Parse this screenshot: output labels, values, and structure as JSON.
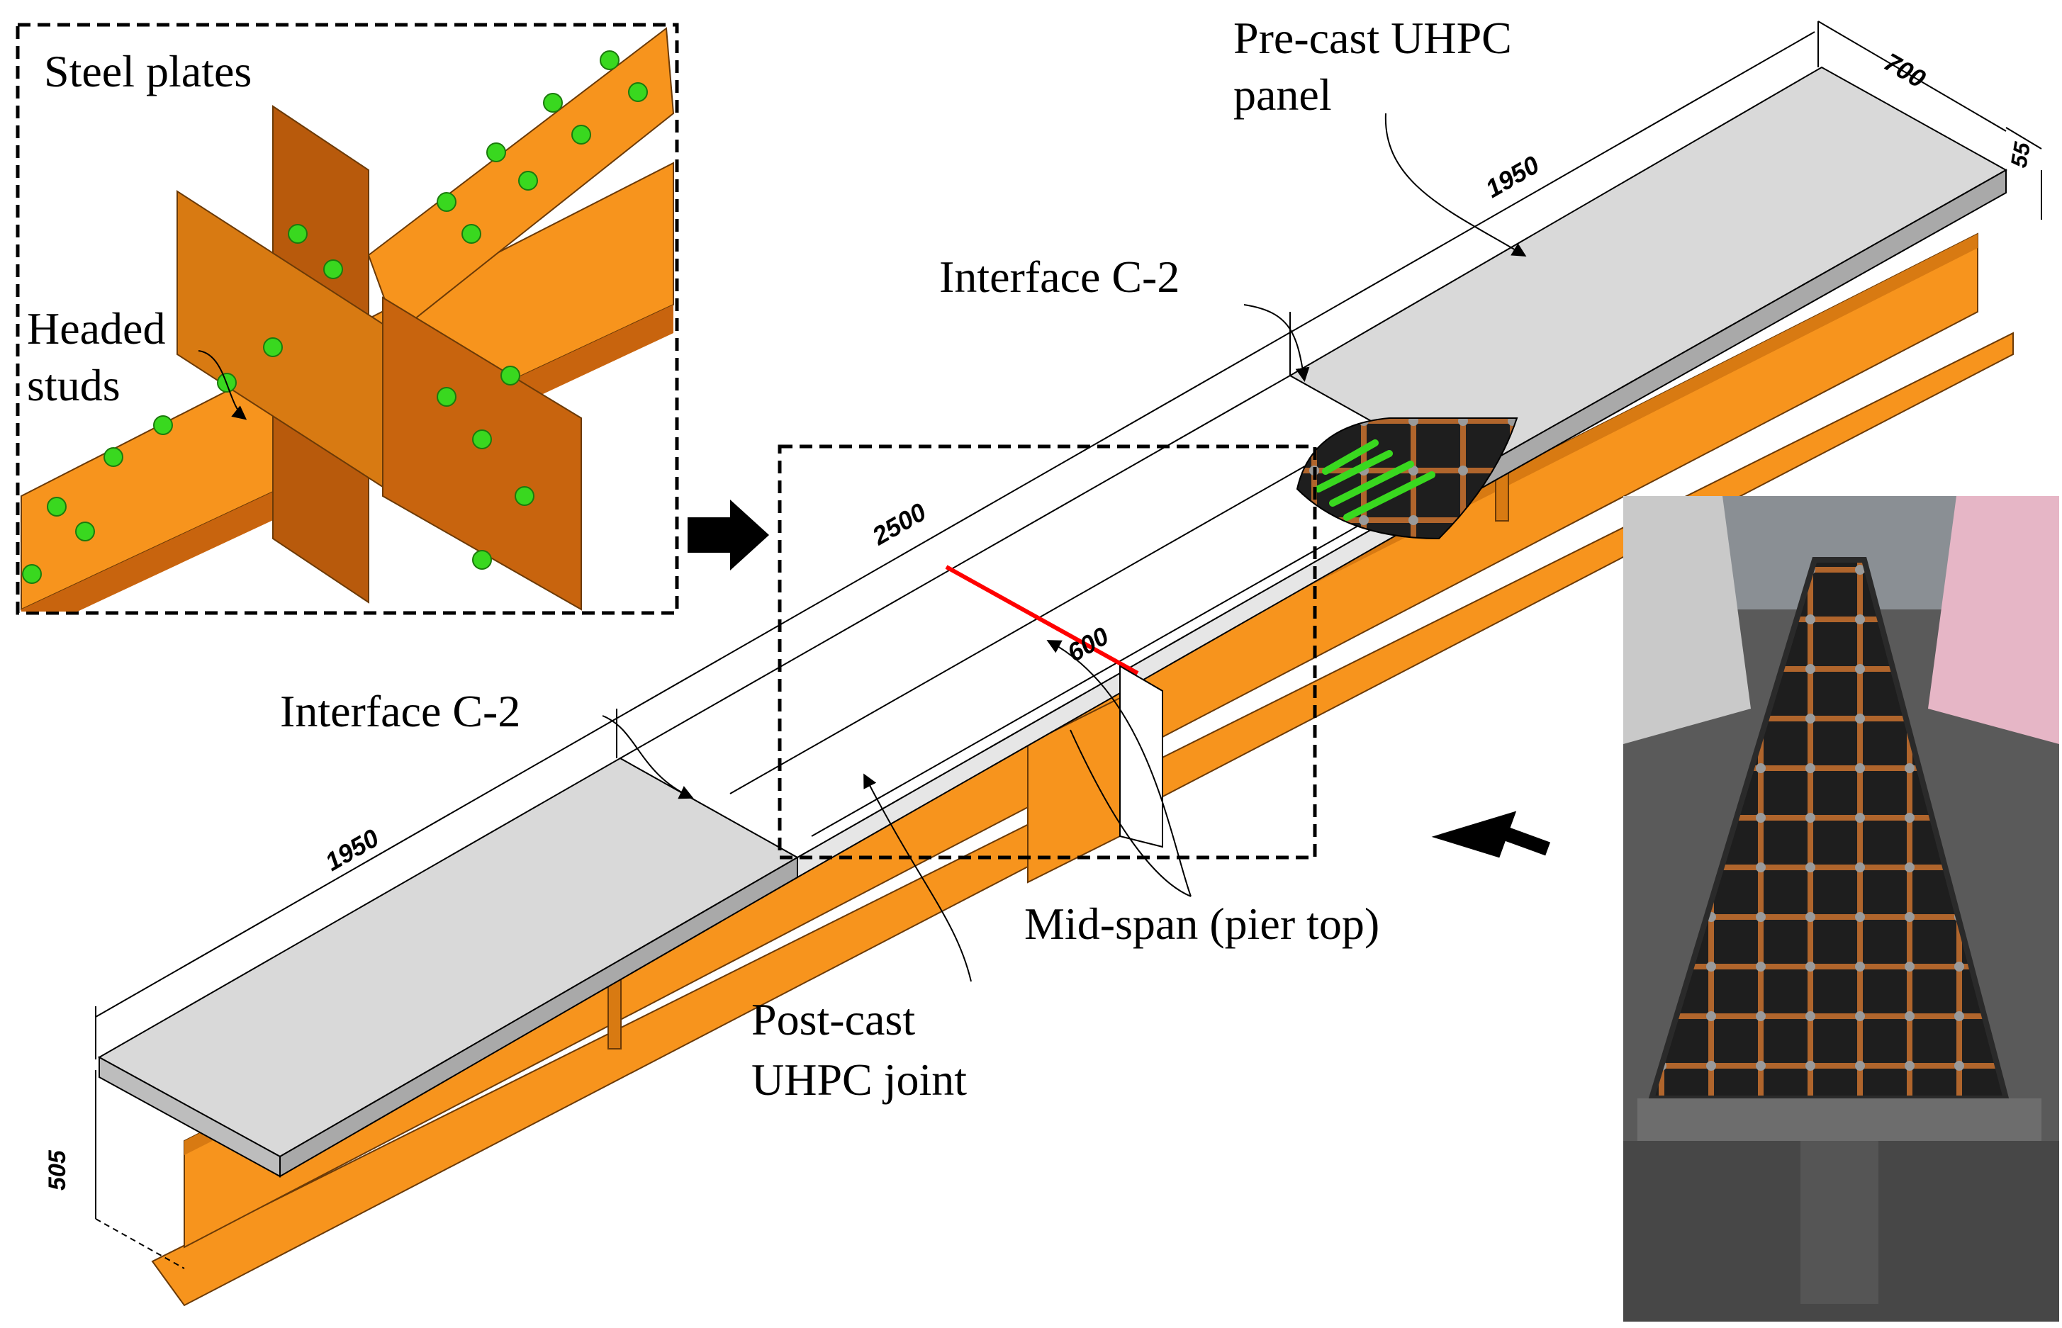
{
  "labels": {
    "steel_plates": "Steel plates",
    "headed_line1": "Headed",
    "headed_line2": "studs",
    "precast_line1": "Pre-cast UHPC",
    "precast_line2": "panel",
    "interface_top": "Interface C-2",
    "interface_left": "Interface C-2",
    "midspan": "Mid-span (pier top)",
    "postcast_line1": "Post-cast",
    "postcast_line2": "UHPC joint"
  },
  "dimensions": {
    "width_700": "700",
    "depth_55": "55",
    "len_top_1950": "1950",
    "len_mid_2500": "2500",
    "len_600": "600",
    "len_left_1950": "1950",
    "height_505": "505"
  },
  "colors": {
    "steel": "#f7941d",
    "steel_dark": "#c8640e",
    "steel_shade": "#a9500a",
    "deck": "#d9d9d9",
    "deck_edge": "#bdbdbd",
    "stud": "#39d81f",
    "marker": "#ff0000"
  },
  "icons": {
    "arrow_right": "arrow-right-icon",
    "arrow_left": "arrow-left-icon"
  }
}
